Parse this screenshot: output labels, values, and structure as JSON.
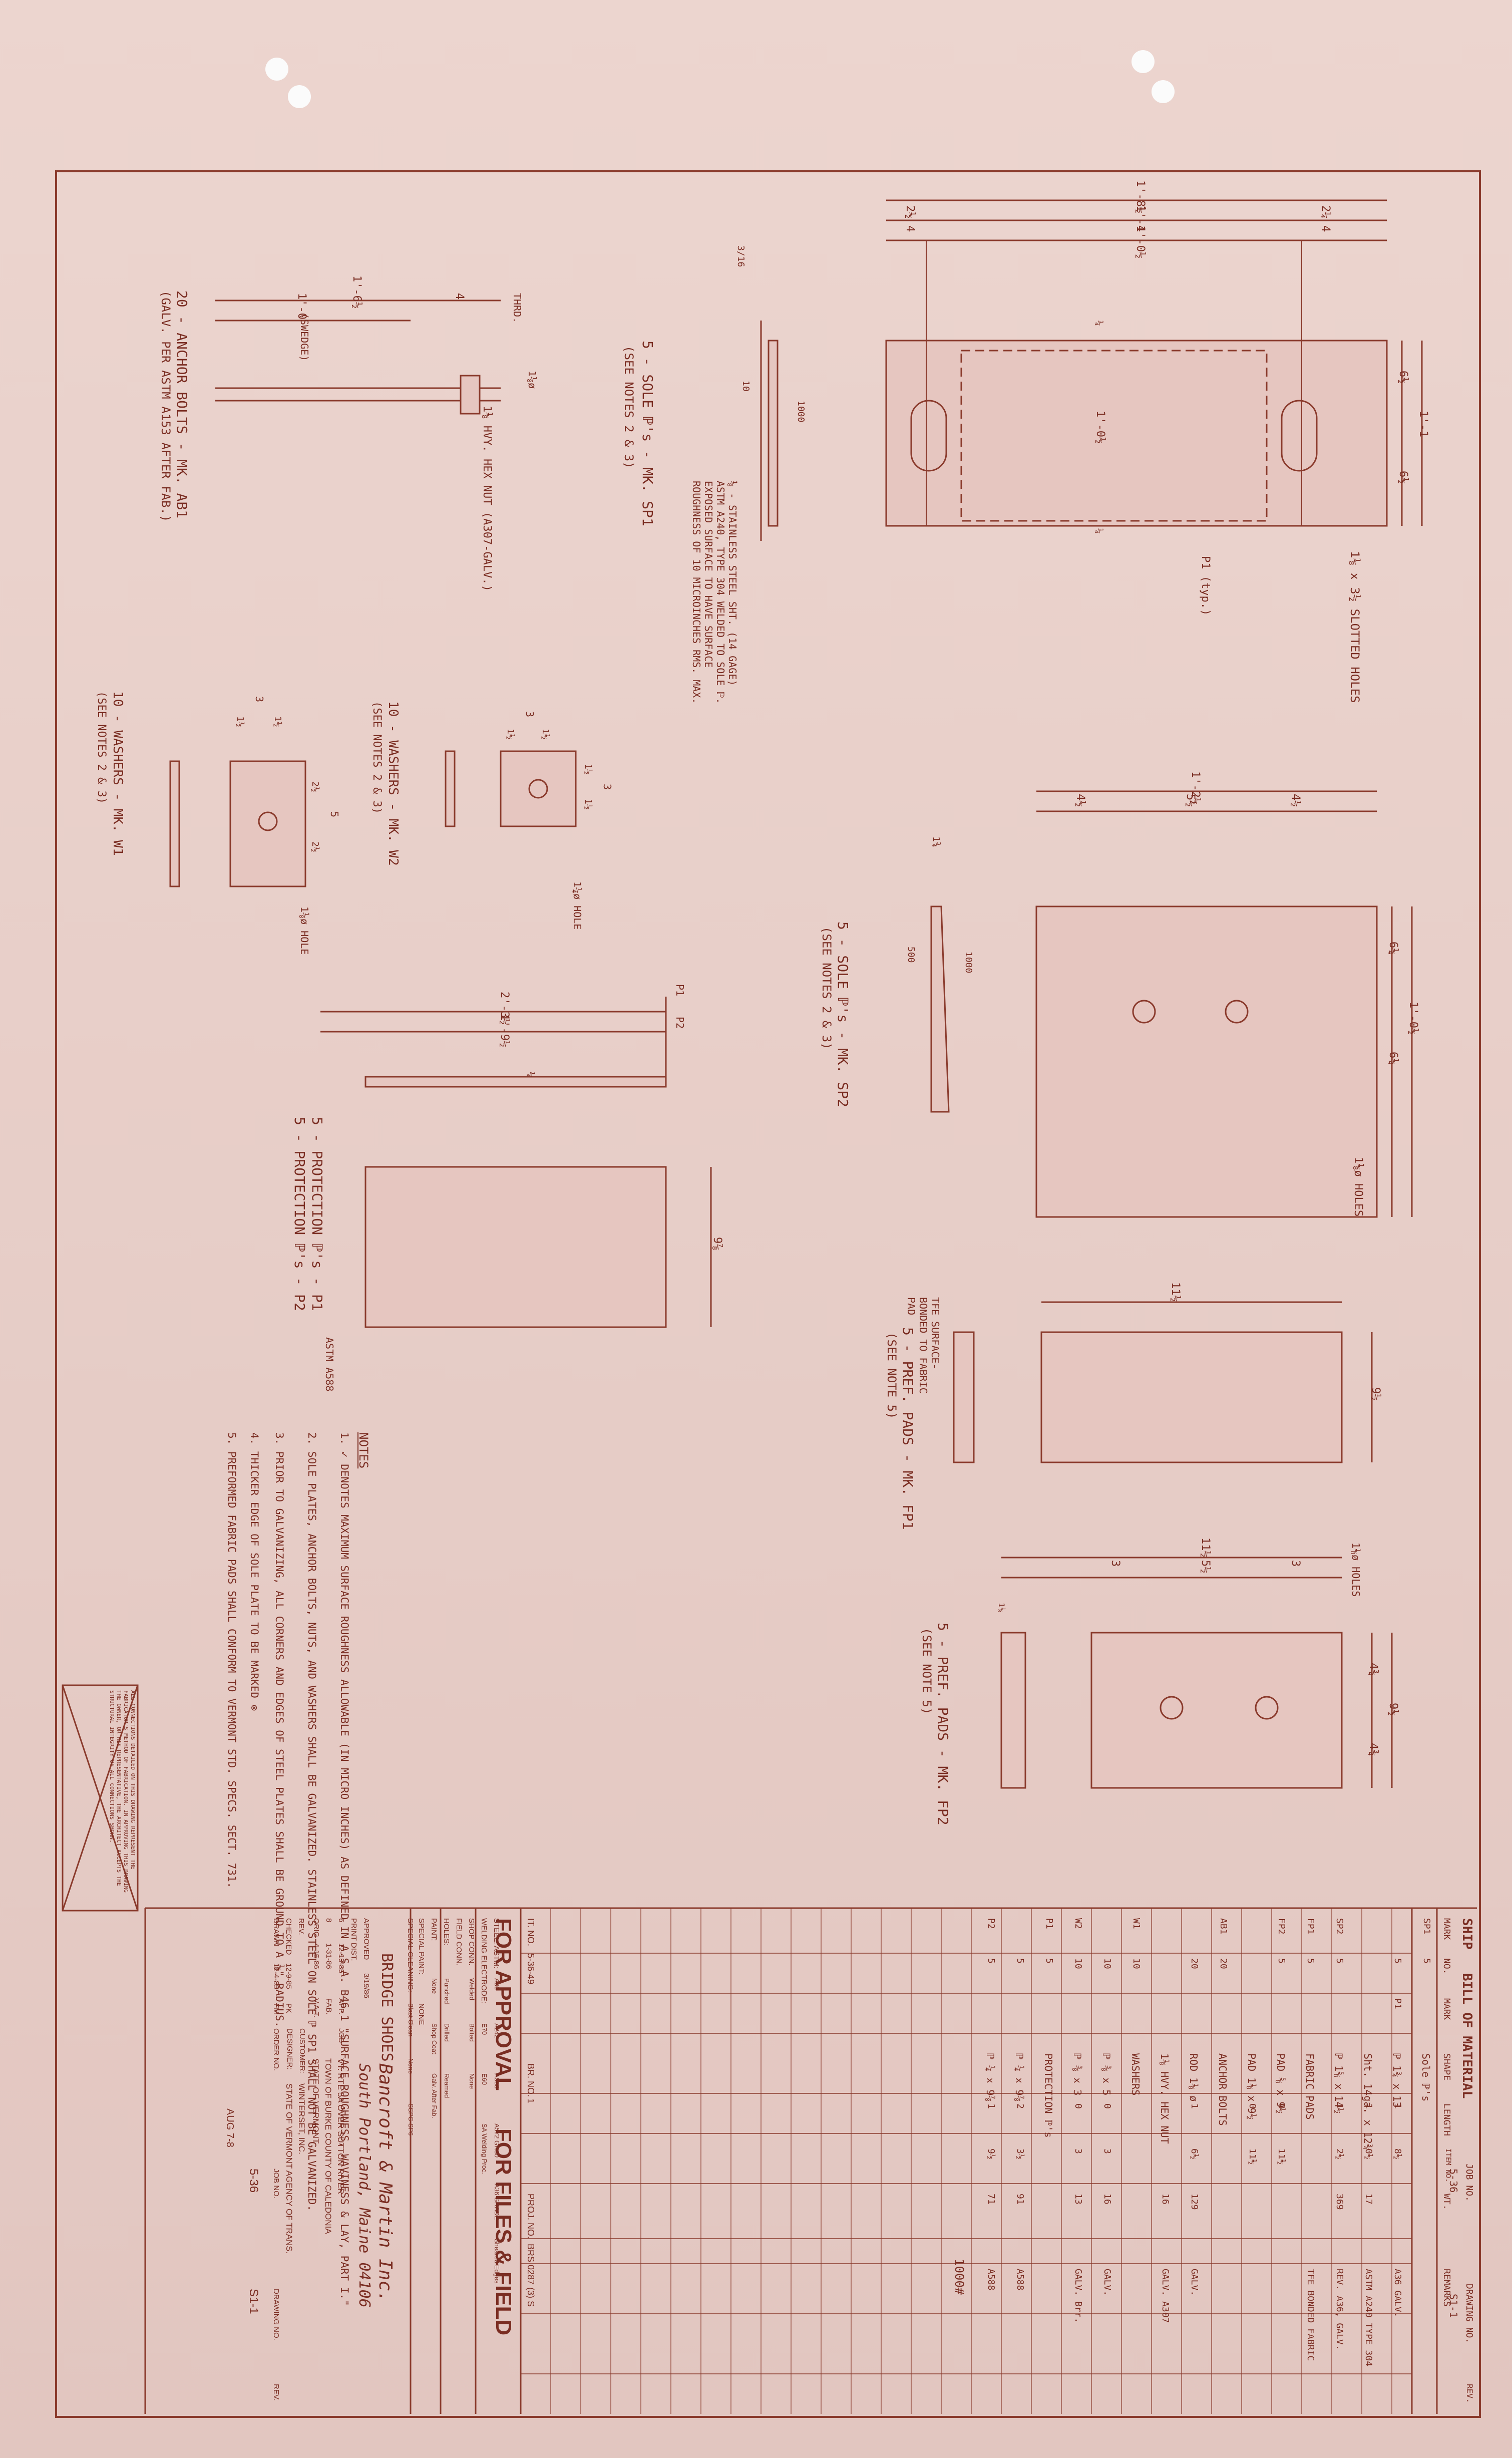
{
  "drawing": {
    "job_no_header": "JOB NO.",
    "job_no": "5-36",
    "drawing_no_header": "DRAWING NO.",
    "drawing_no": "S1-1",
    "rev_header": "REV."
  },
  "sole_plate_sp1": {
    "title": "5 - SOLE ℙ's - MK. SP1",
    "notes_ref": "(SEE NOTES 2 & 3)",
    "dims": [
      "1'-8½",
      "2½",
      "1'-4",
      "2¼",
      "4",
      "1'-0½",
      "4",
      "6½",
      "6½",
      "1'-1",
      "1'-0½",
      "¼",
      "¼"
    ],
    "weld_note": "⅛ - STAINLESS STEEL SHT. (14 GAGE) ASTM A240, TYPE 304 WELDED TO SOLE ℙ. EXPOSED SURFACE TO HAVE SURFACE ROUGHNESS OF 10 MICROINCHES RMS. MAX.",
    "roughness_1": "1000",
    "roughness_2": "10",
    "p1_label": "P1 (typ.)",
    "slots_label": "1⅛ x 3½ SLOTTED HOLES",
    "weld_symbol": "3/16"
  },
  "anchor_bolt": {
    "title": "20 - ANCHOR BOLTS - MK. AB1",
    "sub": "(GALV. PER ASTM A153 AFTER FAB.)",
    "dims": [
      "1'-6½",
      "1'-0",
      "(SWEDGE)",
      "4",
      "THRD.",
      "1⅛ø"
    ],
    "nut_note": "1⅛ HVY. HEX NUT (A307-GALV.)"
  },
  "washer_w2": {
    "title": "10 - WASHERS - MK. W2",
    "sub": "(SEE NOTES 2 & 3)",
    "dims": [
      "3",
      "1½",
      "1½",
      "1½",
      "1½",
      "3"
    ],
    "hole": "1¼ø HOLE"
  },
  "washer_w1": {
    "title": "10 - WASHERS - MK. W1",
    "sub": "(SEE NOTES 2 & 3)",
    "dims": [
      "3",
      "1½",
      "1½",
      "2½",
      "2½",
      "5"
    ],
    "hole": "1⅛ø HOLE"
  },
  "sole_plate_sp2": {
    "title": "5 - SOLE ℙ's - MK. SP2",
    "sub": "(SEE NOTES 2 & 3)",
    "dims": [
      "1'-2½",
      "4½",
      "5½",
      "4½",
      "6¼",
      "1'-0½",
      "6¼",
      "1¾"
    ],
    "holes": "1⅛ø HOLES",
    "roughness": "1000",
    "roughness_2": "500"
  },
  "protection_plates": {
    "title_1": "5 - PROTECTION ℙ's - P1",
    "title_2": "5 - PROTECTION ℙ's - P2",
    "spec": "ASTM A588",
    "dims": [
      "2'-3½",
      "1'-9½",
      "P1",
      "P2",
      "¼",
      "9⅞"
    ]
  },
  "pref_pad_fp1": {
    "title": "5 - PREF. PADS - MK. FP1",
    "sub": "(SEE NOTE 5)",
    "note": "TFE SURFACE-BONDED TO FABRIC PAD",
    "dims": [
      "11½",
      "9½"
    ]
  },
  "pref_pad_fp2": {
    "title": "5 - PREF. PADS - MK. FP2",
    "sub": "(SEE NOTE 5)",
    "dims": [
      "11½",
      "3",
      "5½",
      "3",
      "4¾",
      "9½",
      "4¾",
      "1⅛"
    ],
    "holes": "1⅛ø HOLES"
  },
  "notes": {
    "heading": "NOTES",
    "items": [
      "1. ✓ DENOTES MAXIMUM SURFACE ROUGHNESS ALLOWABLE (IN MICRO INCHES) AS DEFINED IN A.S.A. B46.1 \"SURFACE ROUGHNESS, WAVINESS & LAY, PART I.\"",
      "2. SOLE PLATES, ANCHOR BOLTS, NUTS, AND WASHERS SHALL BE GALVANIZED. STAINLESS STEEL ON SOLE ℙ SP1 SHALL NOT BE GALVANIZED.",
      "3. PRIOR TO GALVANIZING, ALL CORNERS AND EDGES OF STEEL PLATES SHALL BE GROUND TO A ⅛\" RADIUS.",
      "4. THICKER EDGE OF SOLE PLATE TO BE MARKED ⊗",
      "5. PREFORMED FABRIC PADS SHALL CONFORM TO VERMONT STD. SPECS. SECT. 731."
    ],
    "connection_box": "ALL CONNECTIONS DETAILED ON THIS DRAWING REPRESENT THE FABRICATOR'S METHOD OF FABRICATION. IN APPROVING THIS DRAWING THE OWNER, OR HIS REPRESENTATIVE, THE ARCHITECT ACCEPTS THE STRUCTURAL INTEGRITY OF ALL CONNECTIONS SHOWN."
  },
  "bill_of_material": {
    "title": "BILL OF MATERIAL",
    "ship_label": "SHIP",
    "headers": [
      "MARK",
      "NO.",
      "MARK",
      "SHAPE",
      "LENGTH",
      "ITEM NO.",
      "WT.",
      "REMARKS"
    ],
    "rows": [
      [
        "SP1",
        "5",
        "",
        "Sole ℙ's",
        "",
        "",
        "",
        ""
      ],
      [
        "",
        "5",
        "P1",
        "ℙ 1¾ x 13",
        "1",
        "8½",
        "",
        "A36 GALV."
      ],
      [
        "",
        "",
        "",
        "Sht. 14ga. x 12¾",
        "1",
        "0½",
        "17",
        "ASTM A240 TYPE 304"
      ],
      [
        "SP2",
        "5",
        "",
        "ℙ 1⅝ x 14½",
        "1",
        "2½",
        "369",
        "REV. A36, GALV."
      ],
      [
        "FP1",
        "5",
        "",
        "FABRIC PADS",
        "",
        "",
        "",
        "TFE BONDED FABRIC"
      ],
      [
        "FP2",
        "5",
        "",
        "PAD ⅝ x 9½",
        "0",
        "11½",
        "",
        ""
      ],
      [
        "",
        "",
        "",
        "PAD 1⅛ x 9½",
        "0",
        "11½",
        "",
        ""
      ],
      [
        "AB1",
        "20",
        "",
        "ANCHOR BOLTS",
        "",
        "",
        "",
        ""
      ],
      [
        "",
        "20",
        "",
        "ROD 1⅛ ø",
        "1",
        "6½",
        "129",
        "GALV."
      ],
      [
        "",
        "",
        "",
        "1⅛ HVY. HEX NUT",
        "",
        "",
        "16",
        "GALV. A307"
      ],
      [
        "W1",
        "10",
        "",
        "WASHERS",
        "",
        "",
        "",
        ""
      ],
      [
        "",
        "10",
        "",
        "ℙ ⅜ x 5",
        "0",
        "3",
        "16",
        "GALV."
      ],
      [
        "W2",
        "10",
        "",
        "ℙ ⅜ x 3",
        "0",
        "3",
        "13",
        "GALV. Brr."
      ],
      [
        "P1",
        "5",
        "",
        "PROTECTION ℙ's",
        "",
        "",
        "",
        ""
      ],
      [
        "",
        "5",
        "",
        "ℙ ¼ x 9⅞",
        "2",
        "3½",
        "91",
        "A588"
      ],
      [
        "P2",
        "5",
        "",
        "ℙ ¼ x 9⅞",
        "1",
        "9½",
        "71",
        "A588"
      ]
    ],
    "total": "1000#"
  },
  "title_block": {
    "for_approval": "FOR APPROVAL",
    "for_files": "FOR FILES & FIELD",
    "it_no_label": "IT. NO.",
    "it_no": "5-36-49",
    "br_no_label": "BR. NO.",
    "br_no": "1",
    "proj_no_label": "PROJ. NO.",
    "proj_no": "BRS 0287 (3) S",
    "steel_astm_label": "STEEL: ASTM:",
    "steel_options": [
      "A36",
      "A242",
      "A588",
      "A572 GR50",
      "A36 GRADE",
      "Sheared Edges"
    ],
    "welding_label": "WELDING ELECTRODE:",
    "welding_options": [
      "E70",
      "E60",
      "SA Welding Proc."
    ],
    "shop_conn_label": "SHOP CONN.",
    "shop_conn_options": [
      "Welded",
      "Bolted",
      "None"
    ],
    "field_conn_label": "FIELD CONN.",
    "holes_label": "HOLES:",
    "holes_options": [
      "Punched",
      "Drilled",
      "Reamed"
    ],
    "paint_label": "PAINT:",
    "paint_options": [
      "None",
      "Shop Coat",
      "Galv. After Fab."
    ],
    "special_paint_label": "SPECIAL PAINT:",
    "special_paint": "NONE",
    "special_clean_label": "SPECIAL CLEANING:",
    "special_clean_options": [
      "Blast Clean",
      "None",
      "SSPC-SP6"
    ],
    "description": "BRIDGE SHOES",
    "approved_label": "APPROVED",
    "approved": "3/19/86",
    "print_dist_label": "PRINT DIST.",
    "revisions": [
      [
        "6",
        "12-13-85",
        "APP."
      ],
      [
        "8",
        "1-31-86",
        "FAB."
      ],
      [
        "ORIG",
        "4-15-86",
        "V.A.T."
      ]
    ],
    "company_1": "Bancroft & Martin Inc.",
    "company_2": "South Portland, Maine 04106",
    "job_label": "JOB",
    "job_line_1": "VT. RTE 5A OVER SUTTON RIVER",
    "job_line_2": "TOWN OF BURKE COUNTY OF CALEDONIA",
    "job_line_3": "STATE OF VERMONT",
    "customer_label": "CUSTOMER:",
    "customer": "WINTERSET, INC.",
    "designer_label": "DESIGNER:",
    "designer": "STATE OF VERMONT AGENCY OF TRANS.",
    "order_no_label": "ORDER NO.",
    "job_no_label": "JOB NO.",
    "job_no": "5-36",
    "drawing_no_label": "DRAWING NO.",
    "drawing_no": "S1-1",
    "rev_label": "REV.",
    "rev_rows": [
      [
        "REV.",
        "",
        ""
      ],
      [
        "CHECKED",
        "12-9-85",
        "PK"
      ],
      [
        "DRAWN",
        "12-4-85",
        "FM"
      ]
    ],
    "footer": "AUG 7-8"
  },
  "colors": {
    "paper": "#e9cfc9",
    "ink": "#7a2d22",
    "plate_fill": "#e7c5c0"
  }
}
